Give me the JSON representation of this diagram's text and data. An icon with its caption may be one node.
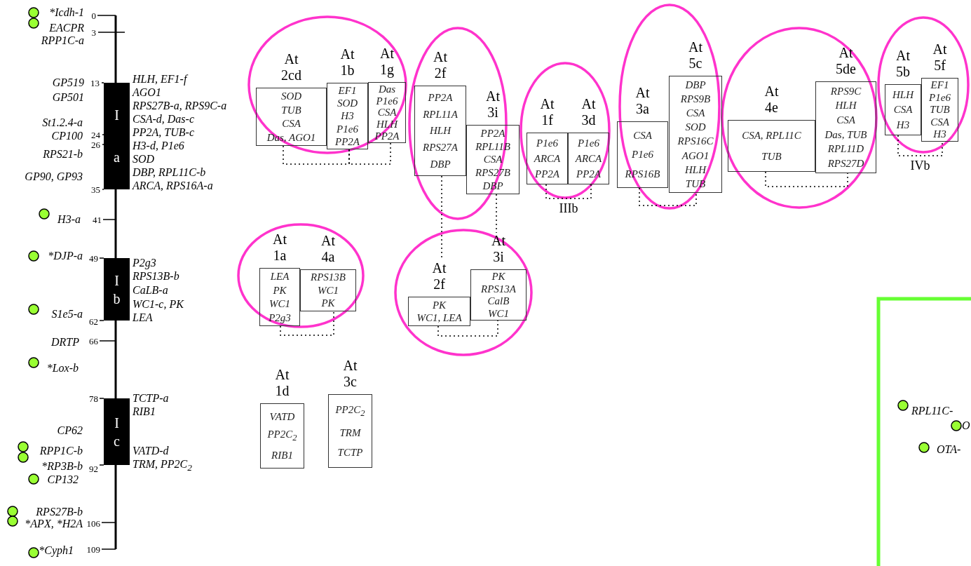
{
  "diagram": {
    "nodes": [
      {
        "text": [
          "At 2cd",
          "SOD",
          "TUB",
          "CSA",
          "Das, AGO1"
        ]
      },
      {
        "text": [
          "At 1b",
          "EF1",
          "SOD",
          "H3",
          "P1e6",
          "PP2A"
        ]
      },
      {
        "text": [
          "At 1g",
          "Das",
          "P1e6",
          "CSA",
          "HLH",
          "PP2A"
        ]
      },
      {
        "text": [
          "At 2f",
          "PP2A",
          "RPL11A",
          "HLH",
          "RPS27A",
          "DBP"
        ]
      },
      {
        "text": [
          "At 3i",
          "PP2A",
          "RPL11B",
          "CSA",
          "RPS27B",
          "DBP"
        ]
      },
      {
        "text": [
          "At 1f",
          "P1e6",
          "ARCA",
          "PP2A"
        ]
      },
      {
        "text": [
          "At 3d",
          "P1e6",
          "ARCA",
          "PP2A"
        ]
      },
      {
        "text": [
          "At 3a",
          "CSA",
          "P1e6",
          "RPS16B"
        ]
      },
      {
        "text": [
          "At 5c",
          "DBP",
          "RPS9B",
          "CSA",
          "SOD",
          "RPS16C",
          "AGO1",
          "HLH",
          "TUB"
        ]
      },
      {
        "text": [
          "At 4e",
          "CSA, RPL11C",
          "TUB"
        ]
      },
      {
        "text": [
          "At 5de",
          "RPS9C",
          "HLH",
          "CSA",
          "Das, TUB",
          "RPL11D",
          "RPS27D"
        ]
      },
      {
        "text": [
          "At 5b",
          "HLH",
          "CSA",
          "H3"
        ]
      },
      {
        "text": [
          "At 5f",
          "EF1",
          "P1e6",
          "TUB",
          "CSA",
          "H3"
        ]
      },
      {
        "text": [
          "At 1a",
          "LEA",
          "PK",
          "WC1",
          "P2g3"
        ]
      },
      {
        "text": [
          "At 4a",
          "RPS13B",
          "WC1",
          "PK"
        ]
      },
      {
        "text": [
          "At 2f",
          "PK",
          "WC1, LEA"
        ]
      },
      {
        "text": [
          "At 3i",
          "PK",
          "RPS13A",
          "CalB",
          "WC1"
        ]
      },
      {
        "text": [
          "At 1d",
          "VATD",
          "PP2C$_{2}$",
          "RIB1"
        ]
      },
      {
        "text": [
          "At 3c",
          "PP2C$_{2}$",
          "TRM",
          "TCTP"
        ]
      },
      {
        "text": [
          "I a"
        ]
      },
      {
        "text": [
          "I b"
        ]
      },
      {
        "text": [
          "I c"
        ]
      }
    ],
    "edges": [
      {
        "from": 0,
        "to": 1,
        "arrow": "none",
        "style": "dashed"
      },
      {
        "from": 1,
        "to": 2,
        "arrow": "none",
        "style": "dashed"
      },
      {
        "from": 3,
        "to": 15,
        "arrow": "none",
        "style": "dashed"
      },
      {
        "from": 4,
        "to": 16,
        "arrow": "none",
        "style": "dashed"
      },
      {
        "from": 5,
        "to": 6,
        "arrow": "none",
        "style": "dashed",
        "label": "IIIb"
      },
      {
        "from": 7,
        "to": 8,
        "arrow": "none",
        "style": "dashed"
      },
      {
        "from": 9,
        "to": 10,
        "arrow": "none",
        "style": "dashed"
      },
      {
        "from": 11,
        "to": 12,
        "arrow": "none",
        "style": "dashed",
        "label": "IVb"
      },
      {
        "from": 13,
        "to": 14,
        "arrow": "none",
        "style": "dashed"
      },
      {
        "from": 15,
        "to": 16,
        "arrow": "none",
        "style": "dashed"
      }
    ],
    "labels": [
      "*Icdh-1",
      "0",
      "EACPR",
      "3",
      "RPP1C-a",
      "GP519",
      "13",
      "HLH, EF1-f",
      "AGO1",
      "RPS27B-a, RPS9C-a",
      "GP501",
      "St1.2.4-a",
      "CSA-d, Das-c",
      "CP100",
      "24",
      "PP2A, TUB-c",
      "26",
      "H3-d, P1e6",
      "RPS21-b",
      "SOD",
      "GP90, GP93",
      "DBP, RPL11C-b",
      "35",
      "ARCA, RPS16A-a",
      "H3-a",
      "41",
      "*DJP-a",
      "49",
      "P2g3",
      "RPS13B-b",
      "CaLB-a",
      "WC1-c, PK",
      "S1e5-a",
      "62",
      "LEA",
      "DRTP",
      "66",
      "*Lox-b",
      "78",
      "TCTP-a",
      "RIB1",
      "CP62",
      "RPP1C-b",
      "VATD-d",
      "*RP3B-b",
      "92",
      "TRM, PP2C$_{2}$",
      "CP132",
      "RPS27B-b",
      "*APX, *H2A",
      "106",
      "*Cyph1",
      "109",
      "RPL11C-",
      "O",
      "OTA-"
    ]
  }
}
